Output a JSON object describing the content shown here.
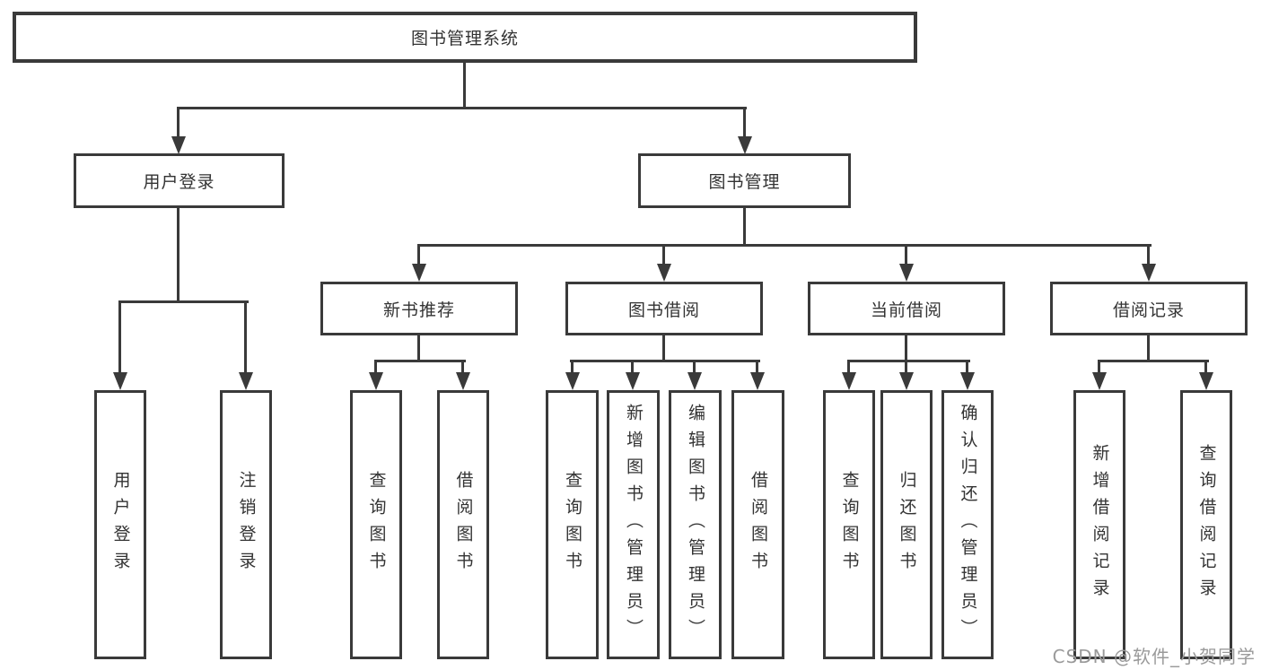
{
  "diagram": {
    "title": "图书管理系统",
    "root": {
      "label": "图书管理系统"
    },
    "branches": [
      {
        "label": "用户登录",
        "children": [
          {
            "label": "用户登录"
          },
          {
            "label": "注销登录"
          }
        ]
      },
      {
        "label": "图书管理",
        "children": [
          {
            "label": "新书推荐",
            "children": [
              {
                "label": "查询图书"
              },
              {
                "label": "借阅图书"
              }
            ]
          },
          {
            "label": "图书借阅",
            "children": [
              {
                "label": "查询图书"
              },
              {
                "label": "新增图书（管理员）"
              },
              {
                "label": "编辑图书（管理员）"
              },
              {
                "label": "借阅图书"
              }
            ]
          },
          {
            "label": "当前借阅",
            "children": [
              {
                "label": "查询图书"
              },
              {
                "label": "归还图书"
              },
              {
                "label": "确认归还（管理员）"
              }
            ]
          },
          {
            "label": "借阅记录",
            "children": [
              {
                "label": "新增借阅记录"
              },
              {
                "label": "查询借阅记录"
              }
            ]
          }
        ]
      }
    ]
  },
  "watermark": {
    "text": "CSDN @软件_小贺同学",
    "color": "#9a9a9a"
  },
  "colors": {
    "line": "#3a3a3a",
    "text": "#333333",
    "background": "#ffffff"
  }
}
